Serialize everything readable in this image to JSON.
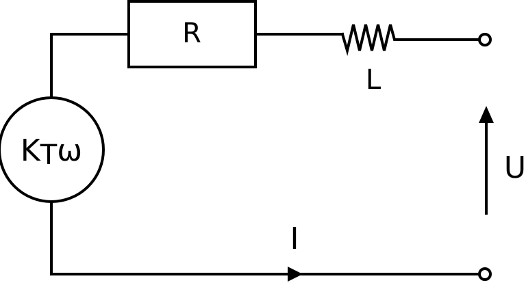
{
  "components": {
    "resistor_label": "R",
    "inductor_label": "L",
    "source_label_main": "K",
    "source_label_sub": "T",
    "source_label_omega": "ω",
    "voltage_label": "U",
    "current_label": "I"
  },
  "colors": {
    "stroke": "#000000",
    "background": "#ffffff"
  }
}
